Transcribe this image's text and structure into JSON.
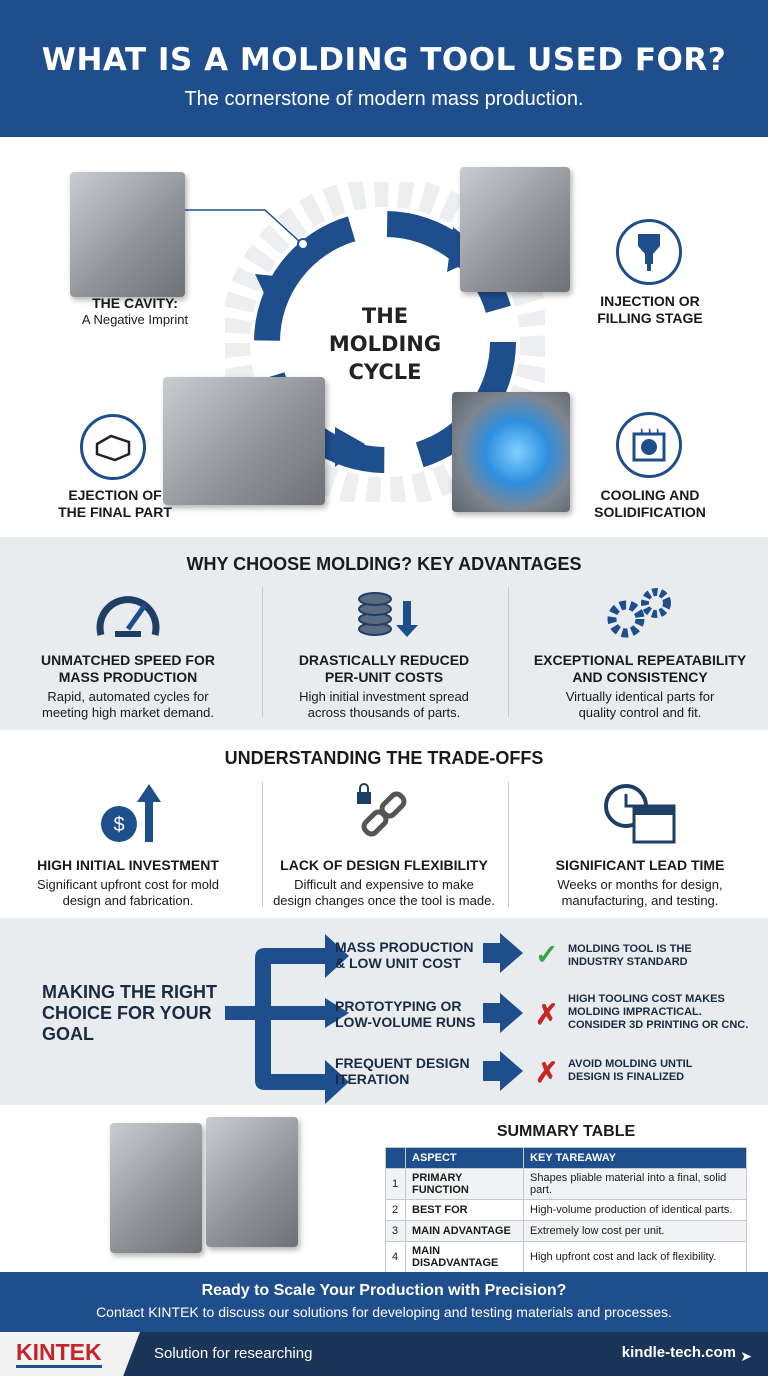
{
  "header": {
    "title": "WHAT IS A MOLDING TOOL USED FOR?",
    "subtitle": "The cornerstone of modern mass production."
  },
  "cycle": {
    "center": [
      "THE",
      "MOLDING",
      "CYCLE"
    ],
    "cavity": {
      "title": "THE CAVITY:",
      "subtitle": "A Negative Imprint"
    },
    "stages": [
      {
        "label": [
          "INJECTION OR",
          "FILLING STAGE"
        ],
        "icon": "injection-nozzle-icon"
      },
      {
        "label": [
          "COOLING AND",
          "SOLIDIFICATION"
        ],
        "icon": "cooling-fan-icon"
      },
      {
        "label": [
          "EJECTION OF",
          "THE FINAL PART"
        ],
        "icon": "molded-part-icon"
      }
    ]
  },
  "advantages": {
    "title": "WHY CHOOSE MOLDING? KEY ADVANTAGES",
    "items": [
      {
        "title": [
          "UNMATCHED SPEED FOR",
          "MASS PRODUCTION"
        ],
        "desc": [
          "Rapid, automated cycles for",
          "meeting high market demand."
        ],
        "icon": "speedometer-icon"
      },
      {
        "title": [
          "DRASTICALLY REDUCED",
          "PER-UNIT COSTS"
        ],
        "desc": [
          "High initial investment spread",
          "across thousands of parts."
        ],
        "icon": "coins-down-icon"
      },
      {
        "title": [
          "EXCEPTIONAL REPEATABILITY",
          "AND CONSISTENCY"
        ],
        "desc": [
          "Virtually identical parts for",
          "quality control and fit."
        ],
        "icon": "gears-icon"
      }
    ]
  },
  "tradeoffs": {
    "title": "UNDERSTANDING THE TRADE-OFFS",
    "items": [
      {
        "title": [
          "HIGH INITIAL INVESTMENT"
        ],
        "desc": [
          "Significant upfront cost for mold",
          "design and fabrication."
        ],
        "icon": "dollar-up-icon"
      },
      {
        "title": [
          "LACK OF DESIGN FLEXIBILITY"
        ],
        "desc": [
          "Difficult and expensive to make",
          "design changes once the tool is made."
        ],
        "icon": "locked-chain-icon"
      },
      {
        "title": [
          "SIGNIFICANT LEAD TIME"
        ],
        "desc": [
          "Weeks or months for design,",
          "manufacturing, and testing."
        ],
        "icon": "clock-calendar-icon"
      }
    ]
  },
  "choice": {
    "title": [
      "MAKING THE RIGHT",
      "CHOICE FOR YOUR",
      "GOAL"
    ],
    "options": [
      {
        "goal": [
          "MASS PRODUCTION",
          "& LOW UNIT COST"
        ],
        "verdict": "check",
        "result": [
          "MOLDING TOOL IS THE",
          "INDUSTRY STANDARD"
        ]
      },
      {
        "goal": [
          "PROTOTYPING OR",
          "LOW-VOLUME RUNS"
        ],
        "verdict": "cross",
        "result": [
          "HIGH TOOLING COST MAKES",
          "MOLDING IMPRACTICAL.",
          "CONSIDER 3D PRINTING OR CNC."
        ]
      },
      {
        "goal": [
          "FREQUENT DESIGN",
          "ITERATION"
        ],
        "verdict": "cross",
        "result": [
          "AVOID MOLDING UNTIL",
          "DESIGN IS FINALIZED"
        ]
      }
    ]
  },
  "summary": {
    "title": "SUMMARY TABLE",
    "headers": [
      "",
      "ASPECT",
      "KEY TAREAWAY"
    ],
    "rows": [
      [
        "1",
        "PRIMARY FUNCTION",
        "Shapes pliable material into a final, solid part."
      ],
      [
        "2",
        "BEST FOR",
        "High-volume production of identical parts."
      ],
      [
        "3",
        "MAIN ADVANTAGE",
        "Extremely low cost per unit."
      ],
      [
        "4",
        "MAIN DISADVANTAGE",
        "High upfront cost and lack of flexibility."
      ]
    ]
  },
  "cta": {
    "title": "Ready to Scale Your Production with Precision?",
    "text": "Contact KINTEK to discuss our solutions for developing and testing materials and processes."
  },
  "footer": {
    "logo": "KINTEK",
    "tagline": "Solution for researching",
    "url": "kindle-tech.com"
  },
  "colors": {
    "primary": "#1f4e8c",
    "navy": "#1b3558",
    "check": "#3aa346",
    "cross": "#c62828",
    "brand_red": "#c4262e"
  }
}
